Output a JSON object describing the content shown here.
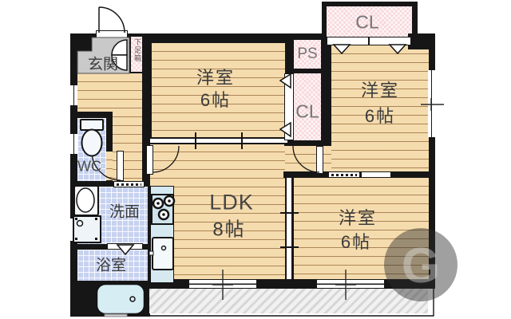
{
  "plan": {
    "entrance": {
      "label": "玄関",
      "shoe_box_label": "下足箱"
    },
    "storage": {
      "ps_label": "PS",
      "closet_mid_label": "CL",
      "closet_top_label": "CL"
    },
    "sanitary": {
      "wc_label": "WC",
      "washroom_label": "洗面",
      "bathroom_label": "浴室"
    },
    "rooms": {
      "west_bedroom": {
        "name": "洋室",
        "size": "6帖"
      },
      "east_bedroom": {
        "name": "洋室",
        "size": "6帖"
      },
      "south_bedroom": {
        "name": "洋室",
        "size": "6帖"
      },
      "ldk": {
        "name": "LDK",
        "size": "8帖"
      }
    },
    "watermark": {
      "letter": "G"
    },
    "colors": {
      "wall": "#161616",
      "wood_floor": "#f5dcae",
      "tile_floor": "#c7d2f0",
      "closet_pink": "#f8d7db",
      "fixture_blue": "#d6edf3",
      "entrance_gray": "#c9c9c9",
      "balcony_gray": "#d7d7d7"
    }
  }
}
